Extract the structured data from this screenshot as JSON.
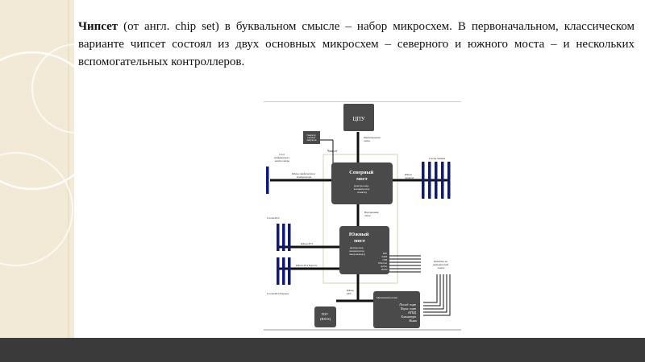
{
  "paragraph": {
    "term": "Чипсет",
    "text": " (от англ. chip set) в буквальном смысле – набор микросхем. В первоначальном, классическом варианте чипсет состоял из двух основных микросхем – северного и южного моста – и нескольких вспомогательных контроллеров."
  },
  "diagram": {
    "cpu": "ЦПУ",
    "clock": [
      "Генератор",
      "тактовых",
      "импульсов"
    ],
    "fsb": [
      "Фронтальная",
      "шина"
    ],
    "chipset": "Чипсет",
    "gfx_slot": [
      "Слот",
      "графического",
      "контроллера"
    ],
    "gfx_bus": [
      "Шина графического",
      "контроллера"
    ],
    "nb": {
      "title": [
        "Северный",
        "мост"
      ],
      "sub": [
        "(контроллер-",
        "концентратор",
        "памяти)"
      ]
    },
    "mem_bus": [
      "Шина",
      "памяти"
    ],
    "mem_slots": "Слоты памяти",
    "internal_bus": [
      "Внутренняя",
      "шина"
    ],
    "sb": {
      "title": [
        "Южный",
        "мост"
      ],
      "sub": [
        "(контроллер-",
        "концентратор",
        "ввода-вывода)"
      ]
    },
    "pci_slots": "Слоты PCI",
    "pci_bus": "Шина PCI",
    "pcie_bus": "Шина PCI Express",
    "pcie_slots": "Слоты PCI Express",
    "sb_ports": [
      "IDE",
      "SATA",
      "USB",
      "Ethernet",
      "Аудио",
      "ПЛЗУ"
    ],
    "mb_connectors": [
      "Разъёмы на",
      "материнской",
      "плате"
    ],
    "lpc": [
      "Шина",
      "LPC"
    ],
    "bios": [
      "ПЗУ",
      "(BIOS)"
    ],
    "superio": {
      "title": "Мультиконтроллер",
      "items": [
        "Послед. порт",
        "Парал. порт",
        "НГМД",
        "Клавиатура",
        "Мышь"
      ]
    }
  },
  "colors": {
    "box": "#4a4a4a",
    "slot": "#0d1a7a",
    "line": "#111111",
    "chipset_border": "#c8d7bd",
    "bottom_bar": "#3a3a3a",
    "side_band": "#f2ead6"
  }
}
